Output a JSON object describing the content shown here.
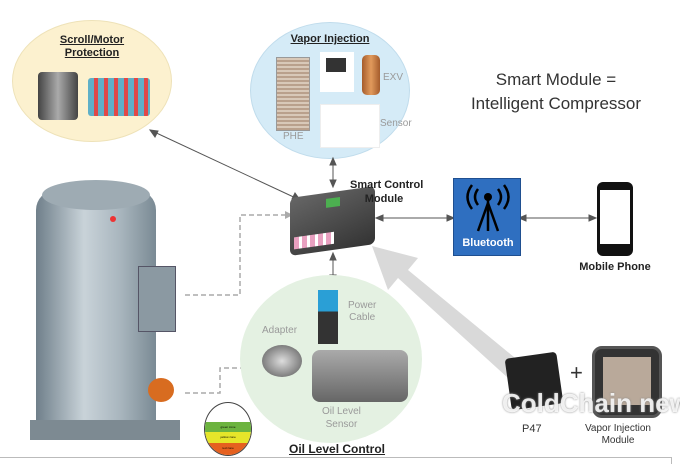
{
  "title": {
    "line1": "Smart Module =",
    "line2": "Intelligent Compressor"
  },
  "scroll": {
    "title1": "Scroll/Motor",
    "title2": "Protection"
  },
  "vapor": {
    "title": "Vapor Injection",
    "phe": "PHE",
    "exv": "EXV",
    "sensor": "Sensor"
  },
  "module": {
    "line1": "Smart Control",
    "line2": "Module"
  },
  "bluetooth": {
    "label": "Bluetooth"
  },
  "phone": {
    "label": "Mobile Phone"
  },
  "oil": {
    "title": "Oil Level Control",
    "adapter": "Adapter",
    "power1": "Power",
    "power2": "Cable",
    "sensor1": "Oil Level",
    "sensor2": "Sensor"
  },
  "gauge": {
    "green": "green zone",
    "yellow": "yellow zone",
    "red": "red zone"
  },
  "products": {
    "p47": "P47",
    "vim1": "Vapor Injection",
    "vim2": "Module"
  },
  "watermark": "ColdChain news",
  "colors": {
    "bluetooth": "#2f6fc0",
    "scroll_bg": "#fcf1cf",
    "vapor_bg": "#d5ebf7",
    "oil_bg": "#e4f1e2"
  }
}
